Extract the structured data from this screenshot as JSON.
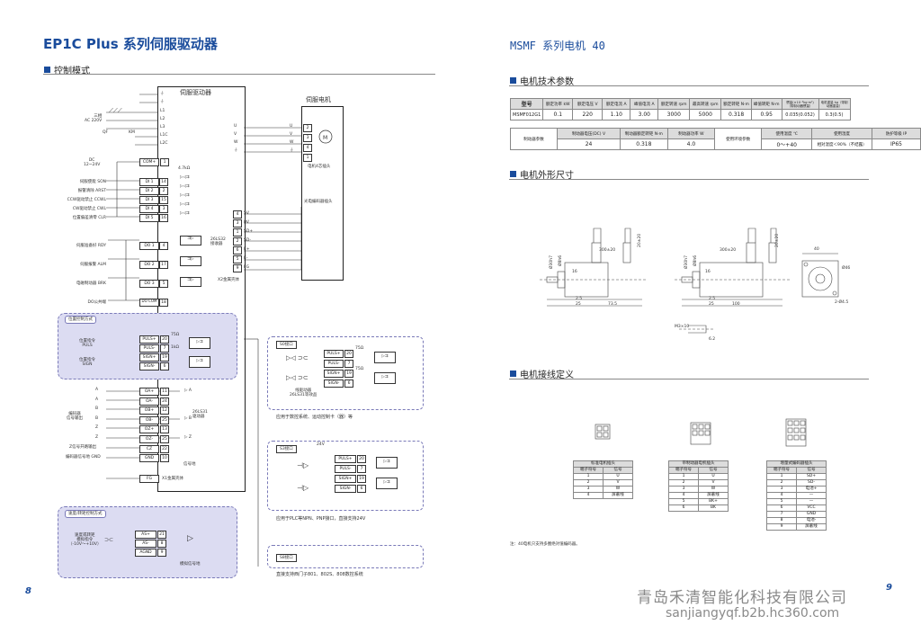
{
  "left": {
    "title": "EP1C Plus 系列伺服驱动器",
    "section": "控制模式",
    "driver_label": "伺服驱动器",
    "motor_label": "伺服电机",
    "power_labels": [
      "三相",
      "AC 220V"
    ],
    "qf": "QF",
    "km": "KM",
    "power_pins": [
      "L1",
      "L2",
      "L3",
      "L1C",
      "L2C"
    ],
    "motor_pins_left": [
      "U",
      "V",
      "W"
    ],
    "motor_pins_num": [
      "2",
      "3",
      "4",
      "1"
    ],
    "motor_pins_right": [
      "U",
      "V",
      "W"
    ],
    "motor_conn_label": "电机4芯插头",
    "encoder_label": "光电编码器插头",
    "encoder_pins": [
      {
        "num": "4",
        "name": "5V"
      },
      {
        "num": "3",
        "name": "0V"
      },
      {
        "num": "1",
        "name": "SD+"
      },
      {
        "num": "2",
        "name": "SD-"
      },
      {
        "num": "6",
        "name": "E+"
      },
      {
        "num": "5",
        "name": "E-"
      },
      {
        "num": "9",
        "name": "FG"
      }
    ],
    "receiver": [
      "26LS32",
      "接收器"
    ],
    "x2": "X2金属壳体",
    "dc_label": [
      "DC",
      "12~24V"
    ],
    "com_pin": {
      "name": "COM+",
      "num": "1"
    },
    "r47k": "4.7kΩ",
    "di_rows": [
      {
        "label": "伺服使能 SON",
        "pin": "DI 1",
        "num": "14"
      },
      {
        "label": "报警清除 ARST",
        "pin": "DI 2",
        "num": "2"
      },
      {
        "label": "CCW驱动禁止 CCWL",
        "pin": "DI 3",
        "num": "15"
      },
      {
        "label": "CW驱动禁止 CWL",
        "pin": "DI 4",
        "num": "3"
      },
      {
        "label": "位置偏差清零 CLR",
        "pin": "DI 5",
        "num": "16"
      }
    ],
    "do_rows": [
      {
        "label": "伺服准备好 RDY",
        "pin": "DO 1",
        "num": "4"
      },
      {
        "label": "伺服报警 ALM",
        "pin": "DO 2",
        "num": "17"
      },
      {
        "label": "电磁制动器 BRK",
        "pin": "DO 3",
        "num": "5"
      }
    ],
    "do_com": {
      "label": "DO公共端",
      "pin": "DO COM",
      "num": "18"
    },
    "pos_box_title": "位置控制方式",
    "pos_rows": [
      {
        "pin": "PULS+",
        "num": "20"
      },
      {
        "pin": "PULS-",
        "num": "7"
      },
      {
        "pin": "SIGN+",
        "num": "19"
      },
      {
        "pin": "SIGN-",
        "num": "6"
      }
    ],
    "pos_labels": [
      [
        "位置指令",
        "PULS"
      ],
      [
        "位置指令",
        "SIGN"
      ]
    ],
    "r75": "75Ω",
    "r1k": "1kΩ",
    "enc_out_rows": [
      {
        "pin": "OA+",
        "num": "11",
        "tag": "A"
      },
      {
        "pin": "OA-",
        "num": "24",
        "tag": "A"
      },
      {
        "pin": "OB+",
        "num": "12",
        "tag": "B"
      },
      {
        "pin": "OB-",
        "num": "25",
        "tag": "B"
      },
      {
        "pin": "OZ+",
        "num": "13",
        "tag": "Z"
      },
      {
        "pin": "OZ-",
        "num": "25",
        "tag": "Z"
      },
      {
        "pin": "CZ",
        "num": "22",
        "tag": ""
      },
      {
        "pin": "GND",
        "num": "10",
        "tag": ""
      }
    ],
    "enc_out_label": [
      "编码器",
      "信号输出"
    ],
    "driver_26ls31": [
      "26LS31",
      "驱动器"
    ],
    "z_out": "Z信号开路输出",
    "enc_gnd": "编码器信号地 GND",
    "signal_gnd": "信号地",
    "fg_pin": {
      "name": "FG",
      "x1": "X1金属壳体"
    },
    "speed_box_title": "速度/转矩控制方式",
    "speed_label": [
      "速度或转矩",
      "模拟指令",
      "（-10V～+10V）"
    ],
    "speed_rows": [
      {
        "pin": "AS+",
        "num": "21"
      },
      {
        "pin": "AS-",
        "num": "8"
      },
      {
        "pin": "AGND",
        "num": "9"
      }
    ],
    "analog_gnd": "模拟信号地",
    "s0": {
      "title": "S0接口",
      "desc": "应用于数控系统、运动控制卡（器）等",
      "chip": [
        "线驱动器",
        "26LS31等效品"
      ]
    },
    "s3": {
      "title": "S3接口",
      "desc": "应用于PLC等NPN、PNP接口，直接支持24V",
      "v24": "24V"
    },
    "s8": {
      "title": "S8接口",
      "desc": "直接支持西门子801、802S、808数控系统"
    },
    "page": "8"
  },
  "right": {
    "title": "MSMF 系列电机 40",
    "sec1": "电机技术参数",
    "spec_head": [
      "型号",
      "额定功率 kW",
      "额定电压 V",
      "额定电流 A",
      "峰值电流 A",
      "额定转速 rpm",
      "最高转速 rpm",
      "额定转矩 N·m",
      "峰值转矩 N·m",
      "惯量(×10⁻⁴kg·m²)（带制动器惯量）",
      "电机重量 kg（带制动器重量）"
    ],
    "spec_row": [
      "MSMF012G1",
      "0.1",
      "220",
      "1.10",
      "3.00",
      "3000",
      "5000",
      "0.318",
      "0.95",
      "0.035(0.052)",
      "0.3(0.5)"
    ],
    "brake_label": "制动器参数",
    "brake_head": [
      "制动器电压(DC) V",
      "制动器额定转矩 N·m",
      "制动器功率 W"
    ],
    "brake_row": [
      "24",
      "0.318",
      "4.0"
    ],
    "env_label": "使用环境参数",
    "env_head": [
      "使用温度 ℃",
      "使用湿度",
      "防护等级 IP"
    ],
    "env_row": [
      "0～+40",
      "相对湿度＜90%（不结露）",
      "IP65"
    ],
    "sec2": "电机外形尺寸",
    "dims": {
      "d1": "73.5",
      "d2": "100",
      "l25": "25",
      "l25b": "25",
      "l16": "16",
      "l16b": "16",
      "l2_5": "2.5",
      "l2_5b": "2.5",
      "cable": "300±20",
      "cable2": "300±20",
      "h20": "20±20",
      "h20b": "20±20",
      "w40": "40",
      "d46": "Ø46",
      "holes": "2-Ø4.5",
      "d30": "Ø30h7",
      "d30b": "Ø30h7",
      "d8": "Ø8h6",
      "d8b": "Ø8h6",
      "m3": "M3×10",
      "k": "6.2"
    },
    "sec3": "电机接线定义",
    "t1": {
      "title": "标准电机插头",
      "head": [
        "端子符号",
        "信号"
      ],
      "rows": [
        [
          "1",
          "U"
        ],
        [
          "2",
          "V"
        ],
        [
          "3",
          "W"
        ],
        [
          "4",
          "屏蔽线"
        ]
      ]
    },
    "t2": {
      "title": "带制动器电机插头",
      "head": [
        "端子符号",
        "信号"
      ],
      "rows": [
        [
          "1",
          "U"
        ],
        [
          "2",
          "V"
        ],
        [
          "3",
          "W"
        ],
        [
          "4",
          "屏蔽线"
        ],
        [
          "5",
          "BK+"
        ],
        [
          "6",
          "BK"
        ]
      ]
    },
    "t3": {
      "title": "增量式编码器插头",
      "head": [
        "端子符号",
        "信号"
      ],
      "rows": [
        [
          "1",
          "SD+"
        ],
        [
          "2",
          "SD-"
        ],
        [
          "3",
          "电池+"
        ],
        [
          "4",
          "—"
        ],
        [
          "5",
          "—"
        ],
        [
          "6",
          "VCC"
        ],
        [
          "7",
          "GND"
        ],
        [
          "8",
          "电池-"
        ],
        [
          "9",
          "屏蔽线"
        ]
      ]
    },
    "note": "注：40电机只支持多圈绝对值编码器。",
    "page": "9"
  },
  "watermark": {
    "line1": "青岛禾清智能化科技有限公司",
    "line2": "sanjiangyqf.b2b.hc360.com"
  }
}
